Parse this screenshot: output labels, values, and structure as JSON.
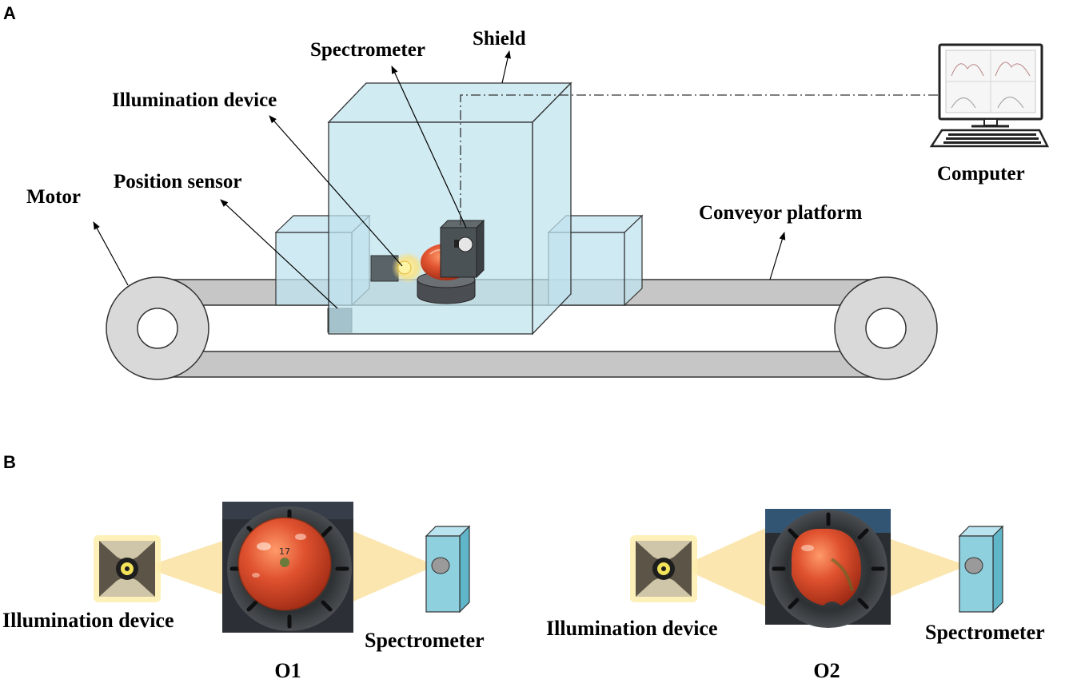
{
  "panel_a": {
    "letter": "A",
    "labels": {
      "spectrometer": "Spectrometer",
      "shield": "Shield",
      "illumination_device": "Illumination device",
      "position_sensor": "Position sensor",
      "motor": "Motor",
      "conveyor_platform": "Conveyor platform",
      "computer": "Computer"
    }
  },
  "panel_b": {
    "letter": "B",
    "o1": {
      "caption": "O1",
      "illumination_label": "Illumination device",
      "spectrometer_label": "Spectrometer",
      "tomato_mark": "17"
    },
    "o2": {
      "caption": "O2",
      "illumination_label": "Illumination device",
      "spectrometer_label": "Spectrometer"
    }
  },
  "colors": {
    "belt": "#c6c6c6",
    "wheel": "#d9d9d9",
    "shield_fill": "#bfe3ee",
    "spectrometer_fill": "#8fd0df",
    "light_beam": "#fbe3a6",
    "tomato": "#e0522f",
    "tray": "#3a3d41"
  }
}
